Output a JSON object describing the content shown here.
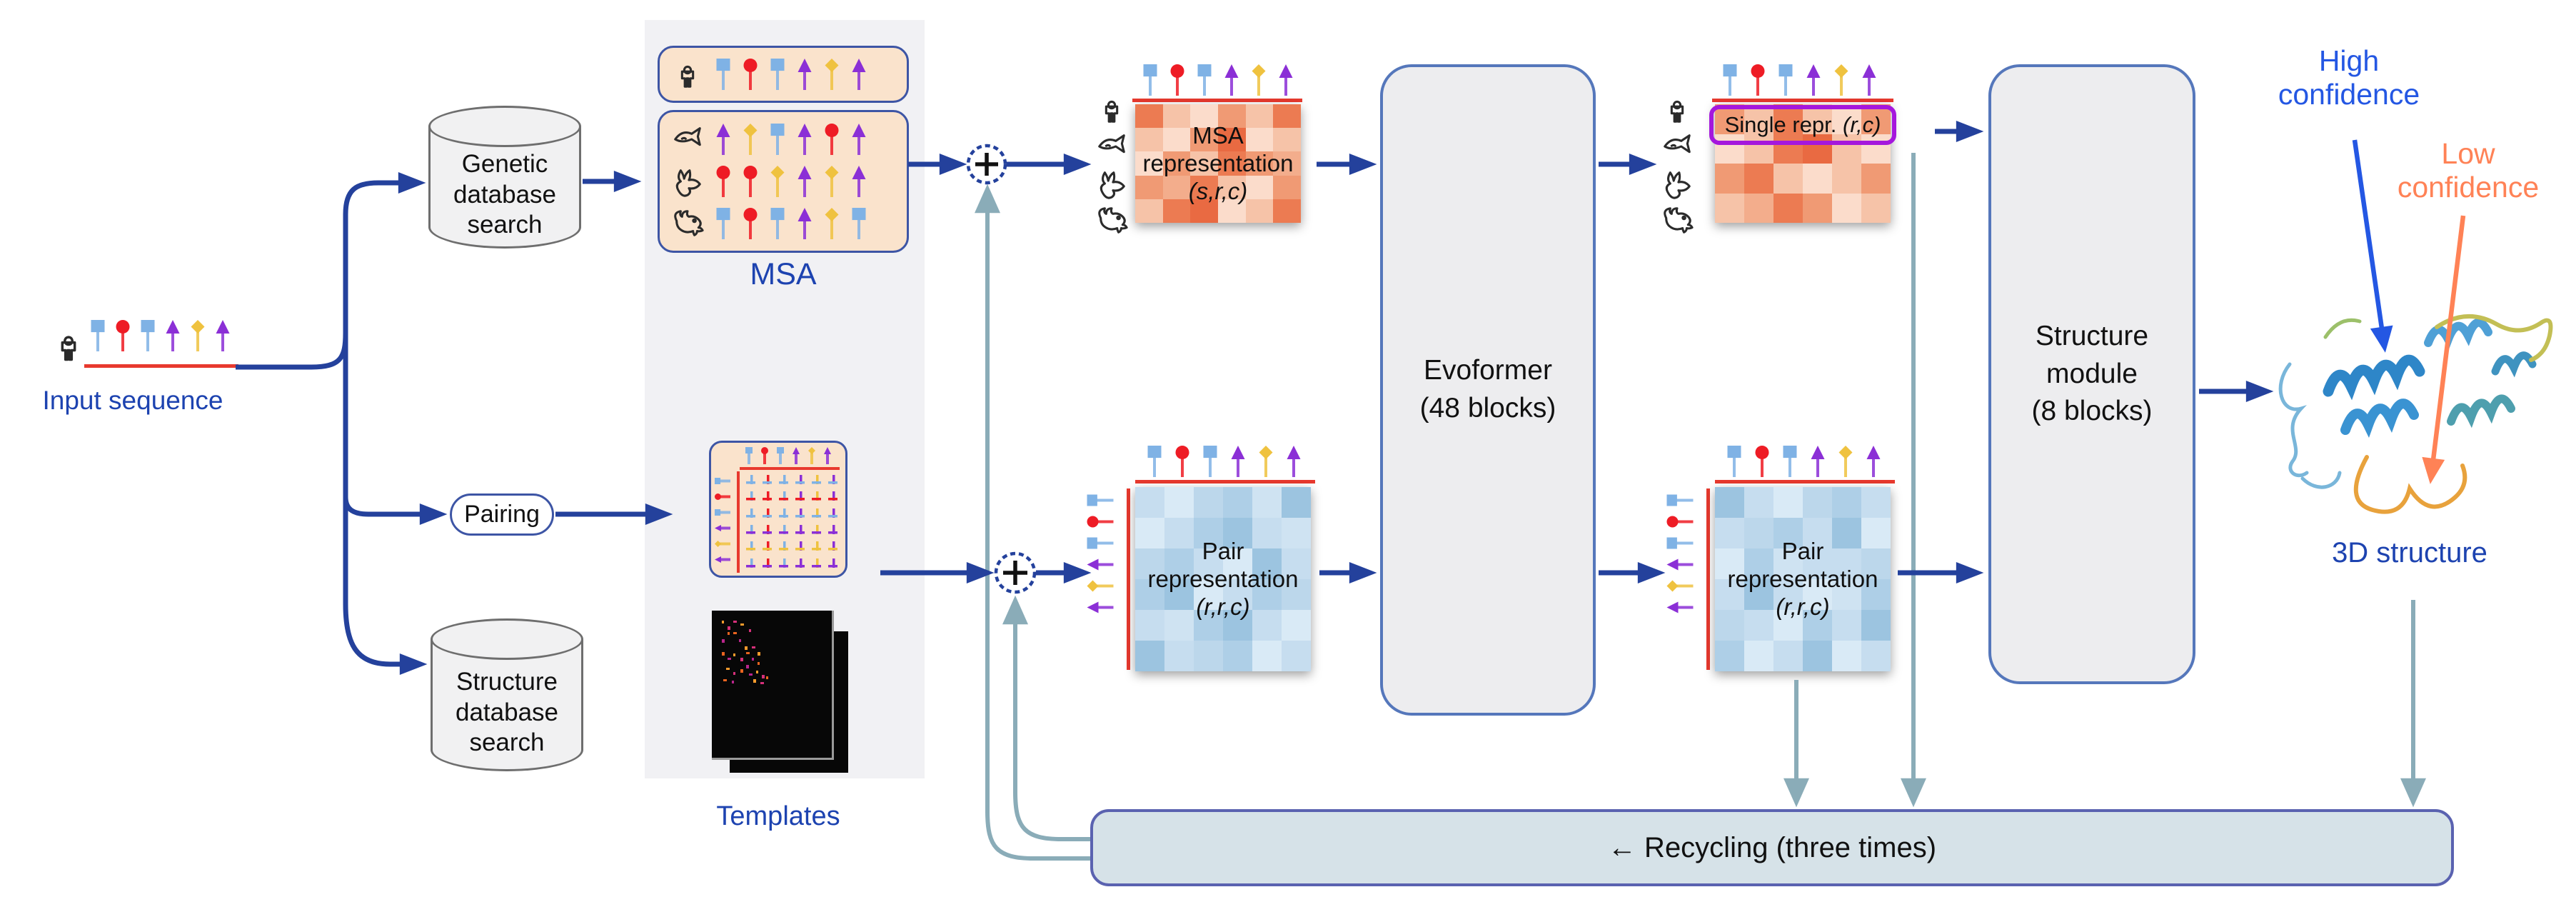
{
  "colors": {
    "arrow_blue": "#24419c",
    "recycle_teal": "#8aacb8",
    "label_blue": "#1d43b0",
    "high_confidence_blue": "#2457e3",
    "low_confidence_orange": "#ff8256",
    "peach_fill": "#fae3cc",
    "panel_gray": "#f1f1f4",
    "module_gray": "#ededef",
    "module_border": "#5577bb",
    "recycle_bar_fill": "#d6e2e8",
    "recycle_bar_border": "#5a62b0",
    "sequence_red": "#e8392e",
    "marker_blue": "#7fb2e5",
    "marker_red": "#ee1c25",
    "marker_purple": "#8b2fd6",
    "marker_yellow": "#efc23f",
    "single_outline_purple": "#a517dd"
  },
  "input_sequence": {
    "label": "Input sequence",
    "markers": [
      "square-blue",
      "circle-red",
      "square-blue",
      "triangle-purple",
      "diamond-yellow",
      "triangle-purple"
    ]
  },
  "genetic_database": {
    "lines": [
      "Genetic",
      "database",
      "search"
    ]
  },
  "structure_database": {
    "lines": [
      "Structure",
      "database",
      "search"
    ]
  },
  "pairing": {
    "label": "Pairing"
  },
  "msa": {
    "label": "MSA",
    "rows": [
      {
        "species": "human",
        "markers": [
          "square-blue",
          "circle-red",
          "square-blue",
          "triangle-purple",
          "diamond-yellow",
          "triangle-purple"
        ]
      },
      {
        "species": "fish",
        "markers": [
          "triangle-purple",
          "diamond-yellow",
          "square-blue",
          "triangle-purple",
          "circle-red",
          "triangle-purple"
        ]
      },
      {
        "species": "rabbit",
        "markers": [
          "circle-red",
          "circle-red",
          "diamond-yellow",
          "triangle-purple",
          "diamond-yellow",
          "triangle-purple"
        ]
      },
      {
        "species": "rooster",
        "markers": [
          "square-blue",
          "circle-red",
          "square-blue",
          "triangle-purple",
          "diamond-yellow",
          "square-blue"
        ]
      }
    ]
  },
  "pairing_matrix": {
    "col_markers": [
      "square-blue",
      "circle-red",
      "square-blue",
      "triangle-purple",
      "diamond-yellow",
      "triangle-purple"
    ],
    "row_markers": [
      "square-blue",
      "circle-red",
      "square-blue",
      "triangle-purple",
      "diamond-yellow",
      "triangle-purple"
    ]
  },
  "templates": {
    "label": "Templates"
  },
  "msa_representation": {
    "title": "MSA representation",
    "dims": "(s,r,c)"
  },
  "pair_representation": {
    "title": "Pair representation",
    "dims": "(r,r,c)"
  },
  "evoformer": {
    "title": "Evoformer",
    "subtitle": "(48 blocks)"
  },
  "single_representation": {
    "label": "Single repr.",
    "dims": "(r,c)"
  },
  "structure_module": {
    "lines": [
      "Structure",
      "module",
      "(8 blocks)"
    ]
  },
  "output": {
    "label": "3D structure",
    "high_confidence": "High confidence",
    "low_confidence": "Low confidence"
  },
  "recycling": {
    "label": "← Recycling (three times)"
  }
}
